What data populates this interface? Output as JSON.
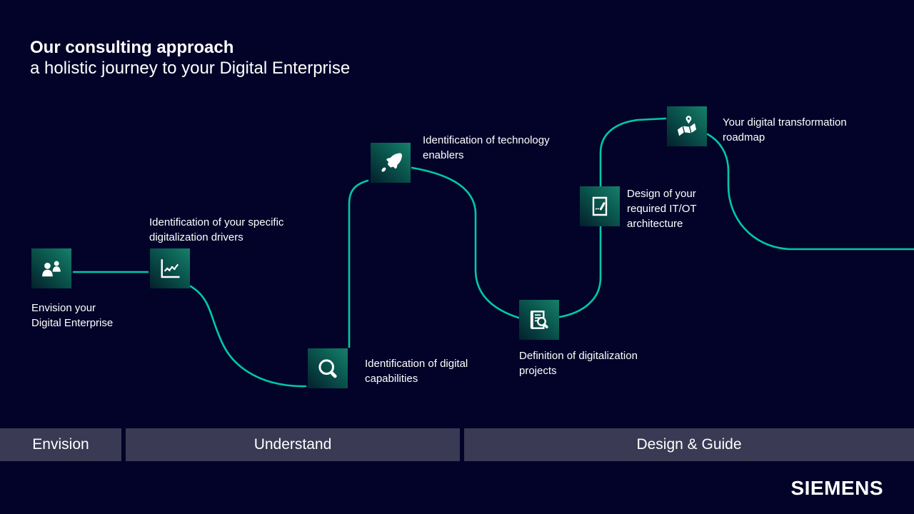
{
  "header": {
    "title": "Our consulting approach",
    "subtitle": "a holistic journey to your Digital Enterprise"
  },
  "steps": [
    {
      "name": "envision-digital-enterprise",
      "icon": "people-icon",
      "lines": [
        "Envision your",
        "Digital Enterprise"
      ]
    },
    {
      "name": "digitalization-drivers",
      "icon": "line-chart-icon",
      "lines": [
        "Identification of your specific",
        "digitalization drivers"
      ]
    },
    {
      "name": "digital-capabilities",
      "icon": "magnifier-icon",
      "lines": [
        "Identification of digital",
        "capabilities"
      ]
    },
    {
      "name": "technology-enablers",
      "icon": "rocket-icon",
      "lines": [
        "Identification of technology",
        "enablers"
      ]
    },
    {
      "name": "digitalization-projects",
      "icon": "document-magnifier-icon",
      "lines": [
        "Definition of digitalization",
        "projects"
      ]
    },
    {
      "name": "itot-architecture",
      "icon": "document-pen-icon",
      "lines": [
        "Design of your",
        "required IT/OT",
        "architecture"
      ]
    },
    {
      "name": "transformation-roadmap",
      "icon": "map-pin-icon",
      "lines": [
        "Your digital transformation",
        "roadmap"
      ]
    }
  ],
  "phases": [
    {
      "label": "Envision"
    },
    {
      "label": "Understand"
    },
    {
      "label": "Design & Guide"
    }
  ],
  "brand": {
    "logo": "SIEMENS"
  },
  "colors": {
    "background": "#030329",
    "accent_line": "#00C9A7",
    "icon_gradient_dark": "#03202B",
    "icon_gradient_teal": "#15806A",
    "phase_bar": "#3A3A54",
    "text": "#FFFFFF"
  }
}
